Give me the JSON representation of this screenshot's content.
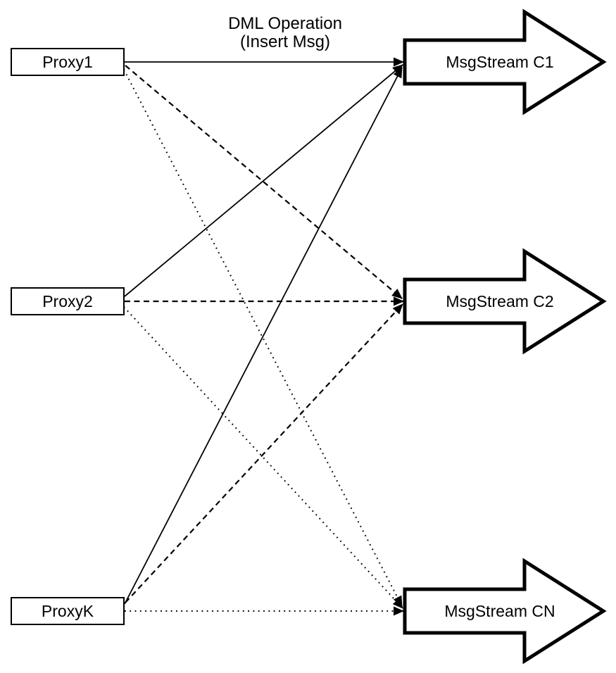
{
  "diagram": {
    "dml_label": {
      "line1": "DML Operation",
      "line2": "(Insert Msg)"
    },
    "proxies": [
      {
        "label": "Proxy1"
      },
      {
        "label": "Proxy2"
      },
      {
        "label": "ProxyK"
      }
    ],
    "streams": [
      {
        "label": "MsgStream C1"
      },
      {
        "label": "MsgStream C2"
      },
      {
        "label": "MsgStream CN"
      }
    ],
    "edges": [
      {
        "from": "Proxy1",
        "to": "MsgStream C1",
        "style": "solid"
      },
      {
        "from": "Proxy1",
        "to": "MsgStream C2",
        "style": "dashed"
      },
      {
        "from": "Proxy1",
        "to": "MsgStream CN",
        "style": "dotted"
      },
      {
        "from": "Proxy2",
        "to": "MsgStream C1",
        "style": "solid"
      },
      {
        "from": "Proxy2",
        "to": "MsgStream C2",
        "style": "dashed"
      },
      {
        "from": "Proxy2",
        "to": "MsgStream CN",
        "style": "dotted"
      },
      {
        "from": "ProxyK",
        "to": "MsgStream C1",
        "style": "solid"
      },
      {
        "from": "ProxyK",
        "to": "MsgStream C2",
        "style": "dashed"
      },
      {
        "from": "ProxyK",
        "to": "MsgStream CN",
        "style": "dotted"
      }
    ],
    "colors": {
      "stroke": "#000000",
      "fill": "#ffffff"
    }
  }
}
